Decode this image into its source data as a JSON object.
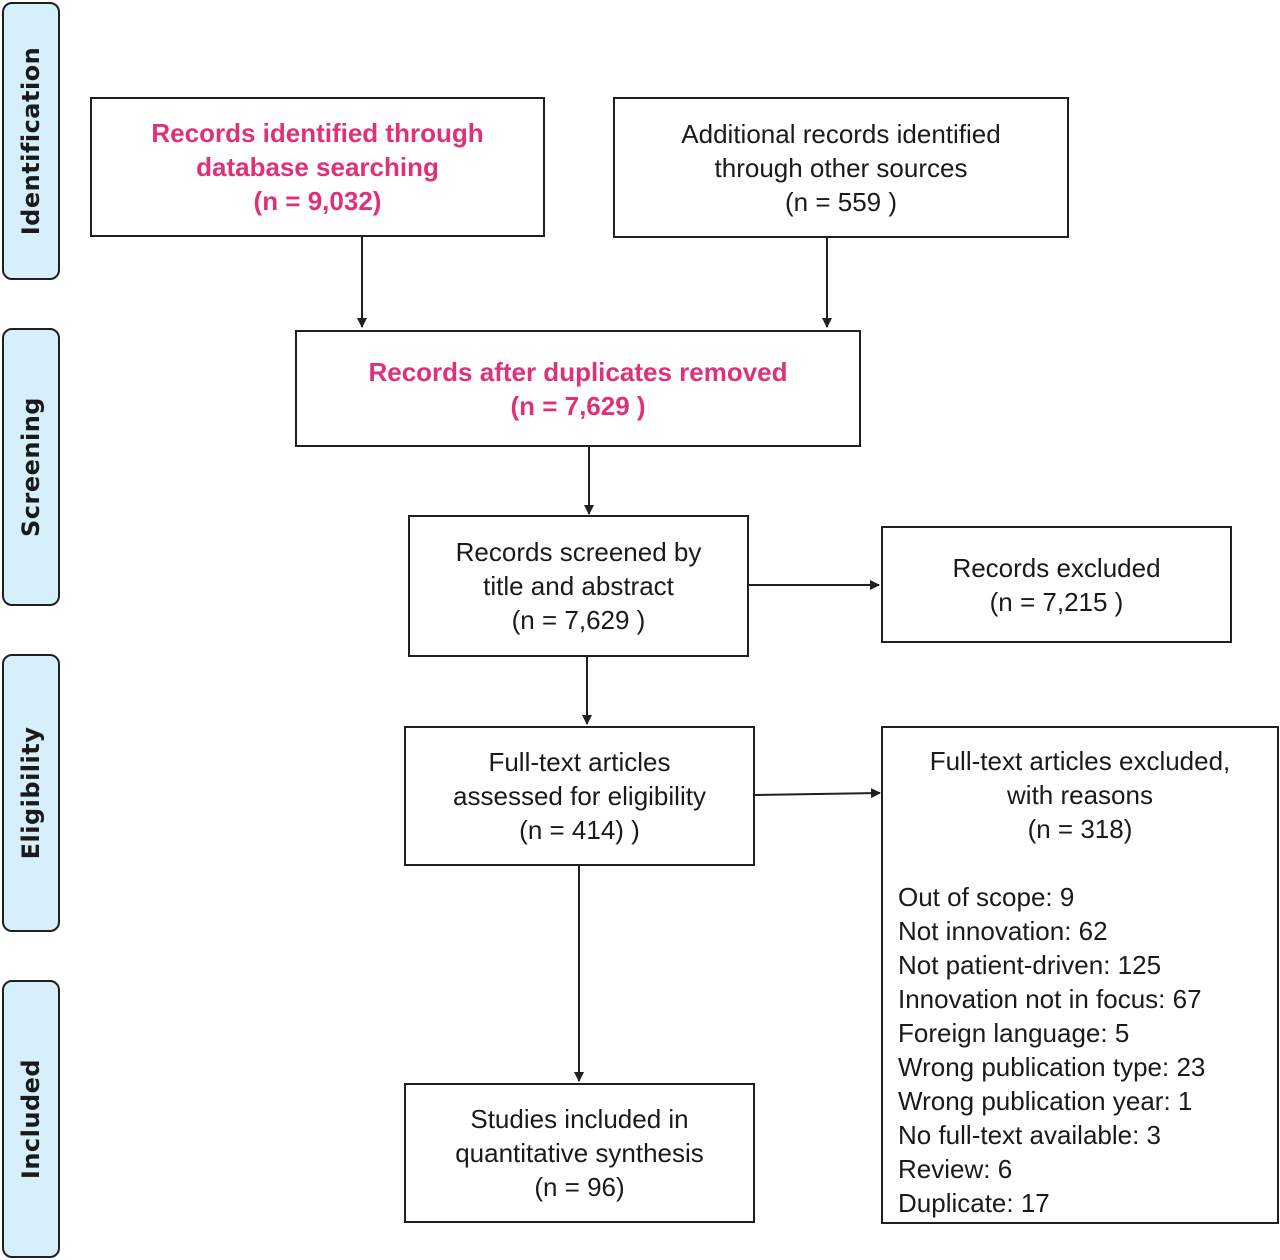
{
  "stages": {
    "identification": "Identification",
    "screening": "Screening",
    "eligibility": "Eligibility",
    "included": "Included"
  },
  "boxes": {
    "database": {
      "line1": "Records identified through",
      "line2": "database searching",
      "line3": "(n = 9,032)"
    },
    "other_sources": {
      "line1": "Additional  records identified",
      "line2": "through other sources",
      "line3": "(n = 559  )"
    },
    "duplicates_removed": {
      "line1": "Records after duplicates removed",
      "line2": "(n = 7,629  )"
    },
    "screened": {
      "line1": "Records screened by",
      "line2": "title and abstract",
      "line3": "(n = 7,629   )"
    },
    "excluded": {
      "line1": "Records excluded",
      "line2": "(n = 7,215   )"
    },
    "fulltext": {
      "line1": "Full-text articles",
      "line2": "assessed for eligibility",
      "line3": "(n = 414)   )"
    },
    "fulltext_excluded": {
      "line1": "Full-text articles excluded,",
      "line2": "with reasons",
      "line3": "(n =  318)",
      "reasons": [
        "Out of scope: 9",
        "Not innovation:  62",
        "Not patient-driven:  125",
        "Innovation  not in focus: 67",
        "Foreign language:  5",
        "Wrong publication type:  23",
        "Wrong publication year:  1",
        "No full-text available:  3",
        "Review:  6",
        "Duplicate: 17"
      ]
    },
    "included": {
      "line1": "Studies included in",
      "line2": "quantitative synthesis",
      "line3": "(n =  96)"
    }
  },
  "colors": {
    "stage_fill": "#d6effb",
    "highlight_text": "#e0307a",
    "border": "#1f1f1f"
  }
}
